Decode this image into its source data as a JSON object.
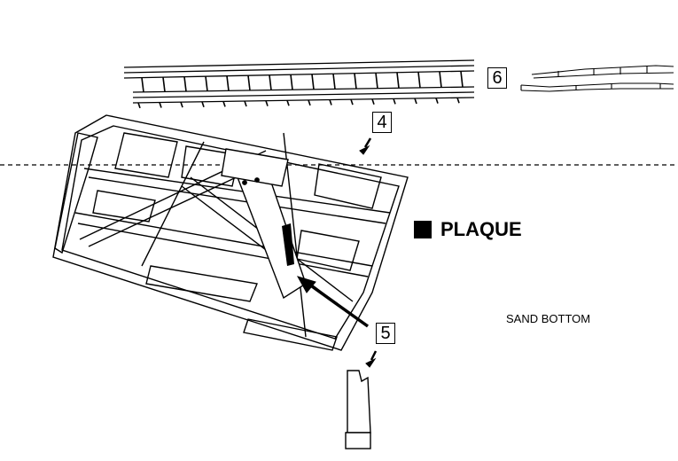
{
  "markers": {
    "m4": "4",
    "m5": "5",
    "m6": "6"
  },
  "legend": {
    "plaque_label": "PLAQUE"
  },
  "annotations": {
    "sand_bottom": "SAND BOTTOM"
  },
  "colors": {
    "ink": "#000000",
    "background": "#ffffff"
  }
}
